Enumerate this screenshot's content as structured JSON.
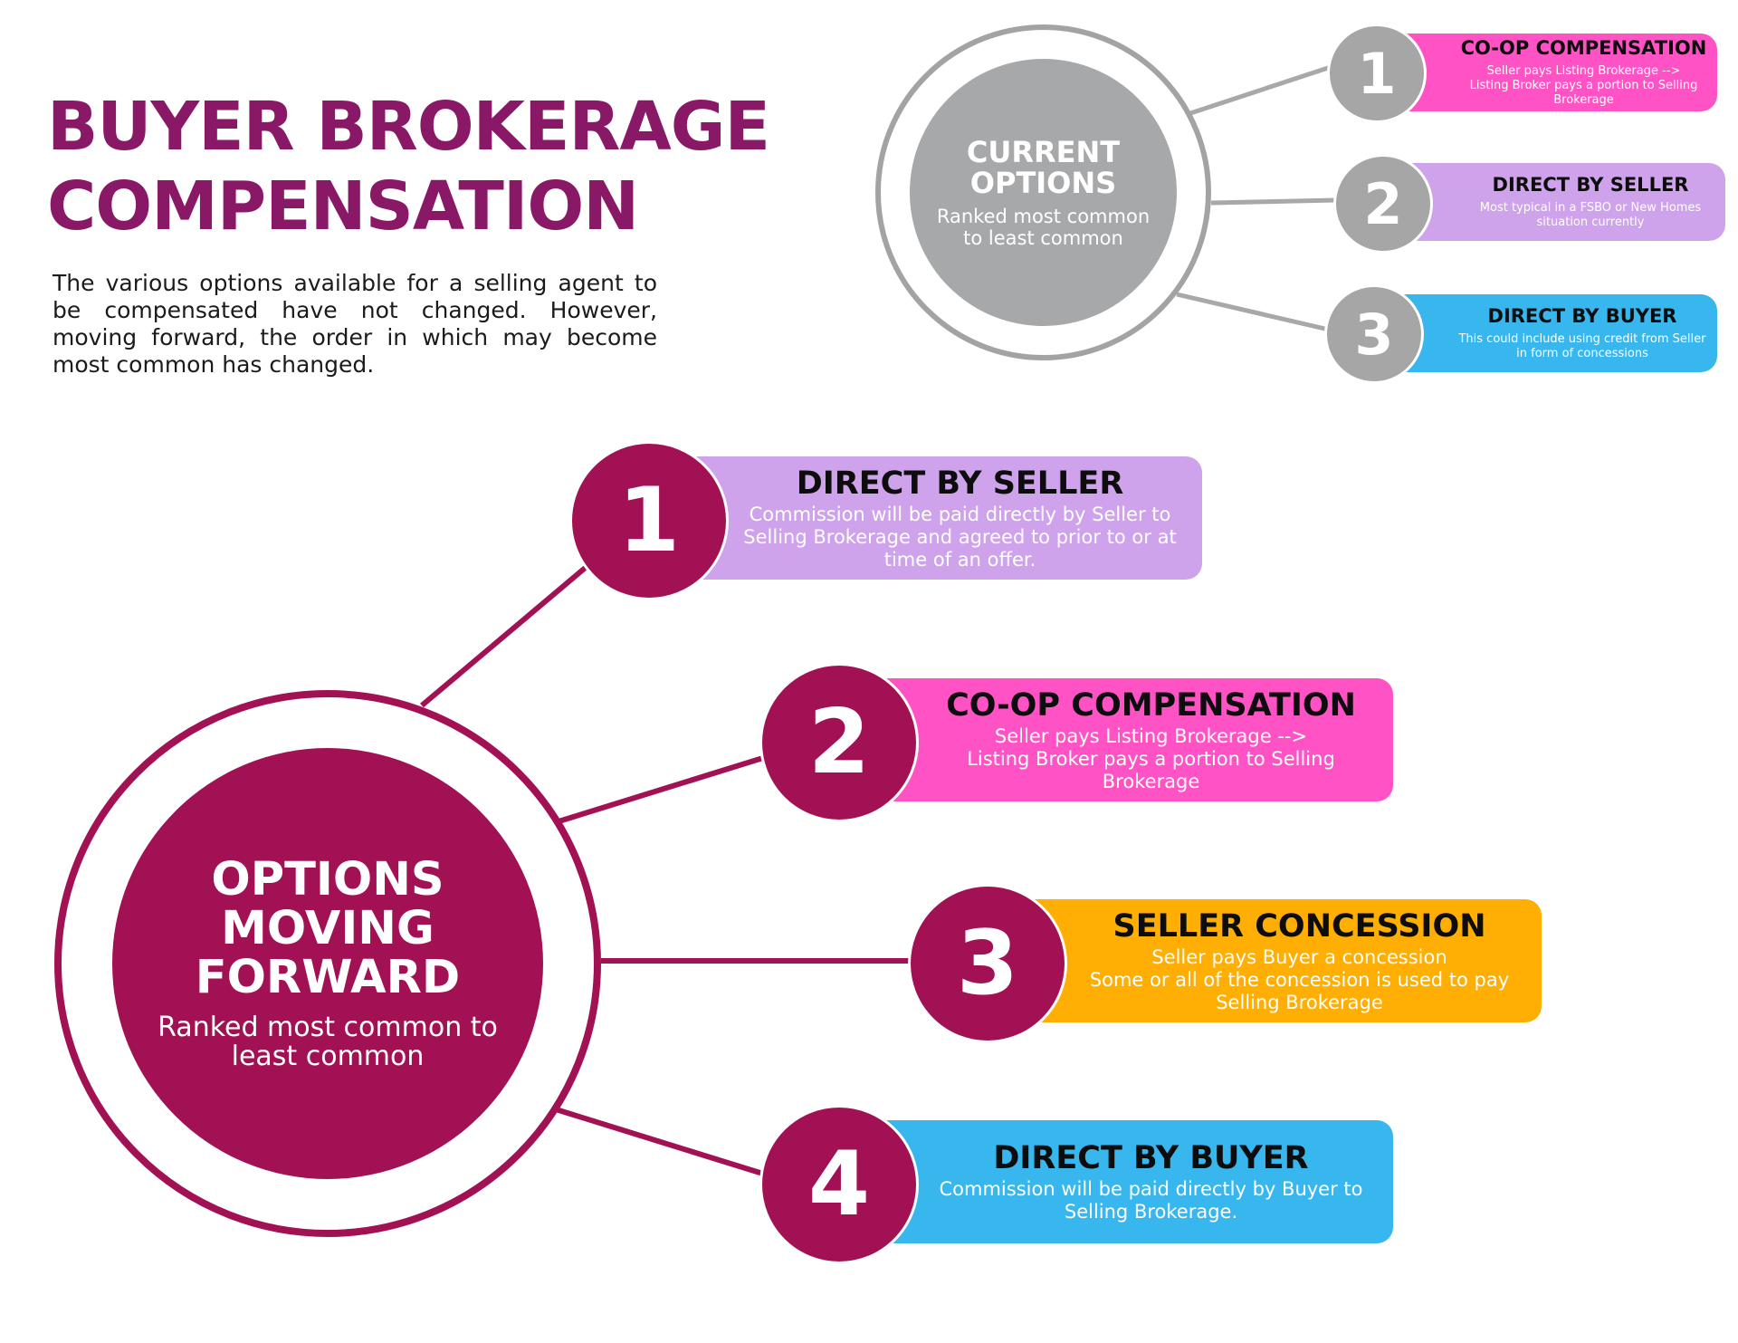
{
  "title": {
    "line1": "BUYER BROKERAGE",
    "line2": "COMPENSATION"
  },
  "intro": "The various options available for a selling agent to be compensated have not changed. However, moving forward, the order in which may become most common has changed.",
  "current": {
    "title_line1": "CURRENT",
    "title_line2": "OPTIONS",
    "subtitle": "Ranked most common to least common",
    "items": [
      {
        "num": "1",
        "title": "CO-OP COMPENSATION",
        "body": "Seller pays Listing Brokerage -->\nListing Broker pays a portion to Selling Brokerage",
        "color": "#ff53c5"
      },
      {
        "num": "2",
        "title": "DIRECT BY SELLER",
        "body": "Most typical in a FSBO or New Homes situation currently",
        "color": "#cfa3ec"
      },
      {
        "num": "3",
        "title": "DIRECT BY BUYER",
        "body": "This could include using credit from Seller in form of concessions",
        "color": "#38b6ee"
      }
    ]
  },
  "forward": {
    "title_line1": "OPTIONS",
    "title_line2": "MOVING",
    "title_line3": "FORWARD",
    "subtitle": "Ranked most common to least common",
    "items": [
      {
        "num": "1",
        "title": "DIRECT BY SELLER",
        "body": "Commission will be paid directly by Seller to Selling Brokerage and agreed to prior to or at time of an offer.",
        "color": "#cfa3ec"
      },
      {
        "num": "2",
        "title": "CO-OP COMPENSATION",
        "body": "Seller pays Listing Brokerage -->\nListing Broker pays a portion to Selling Brokerage",
        "color": "#ff53c5"
      },
      {
        "num": "3",
        "title": "SELLER CONCESSION",
        "body": "Seller pays Buyer a concession\nSome or all of the concession is used to pay Selling Brokerage",
        "color": "#ffae03"
      },
      {
        "num": "4",
        "title": "DIRECT BY BUYER",
        "body": "Commission will be paid directly by Buyer to Selling Brokerage.",
        "color": "#38b6ee"
      }
    ]
  },
  "colors": {
    "title": "#891866",
    "maroon": "#a21153",
    "gray": "#a7a8aa"
  }
}
